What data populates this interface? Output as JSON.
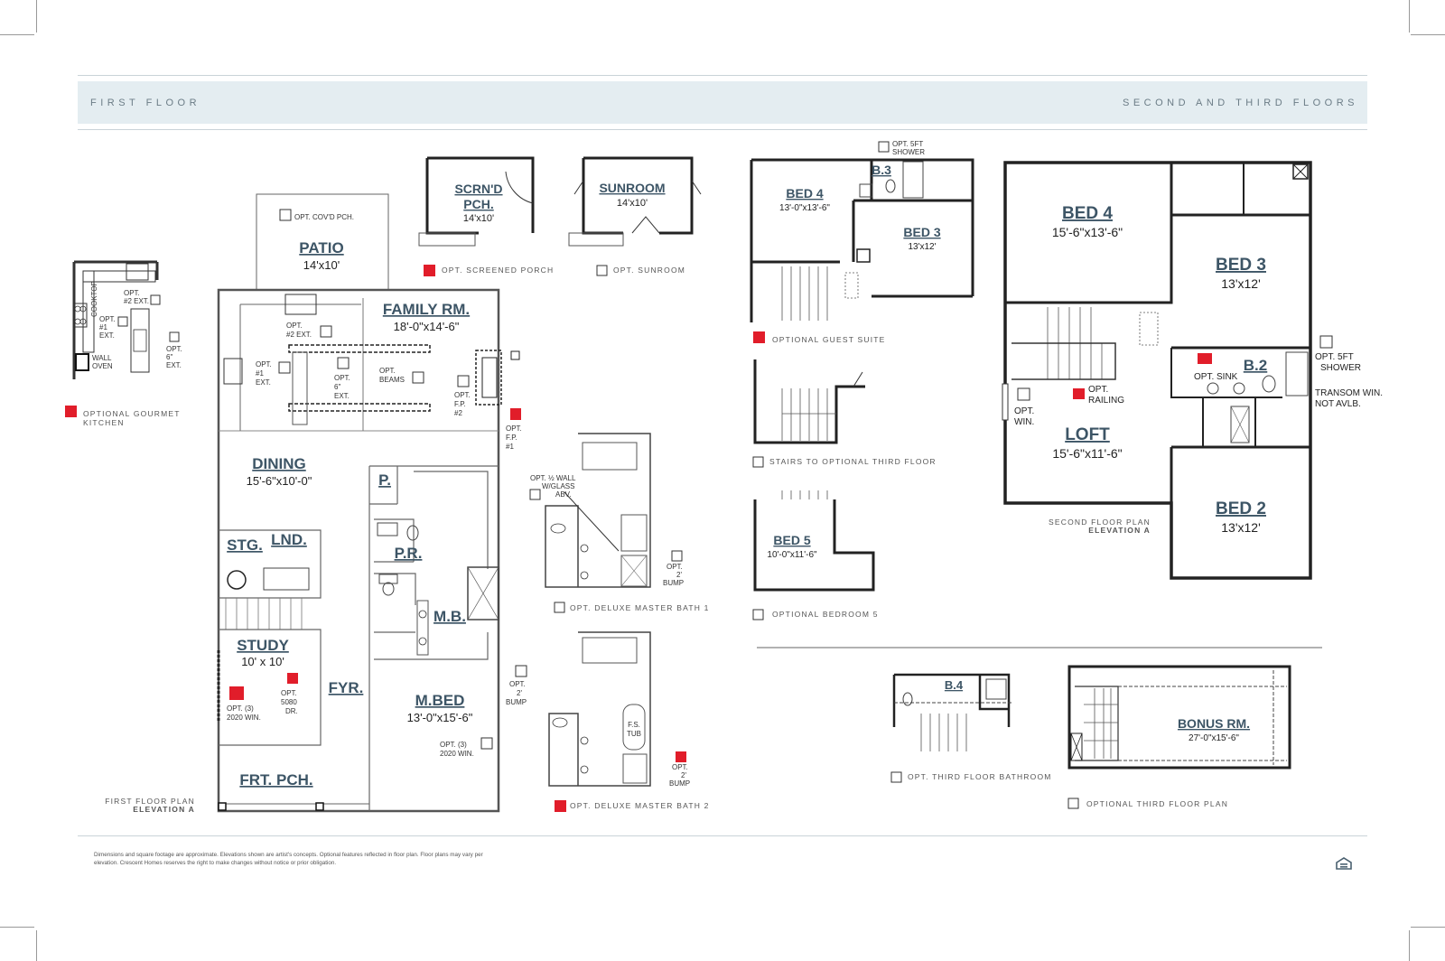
{
  "header": {
    "left": "FIRST FLOOR",
    "right": "SECOND AND THIRD FLOORS"
  },
  "first_floor": {
    "patio": {
      "name": "PATIO",
      "dim": "14'x10'"
    },
    "opt_covd_pch": "OPT. COV'D PCH.",
    "family": {
      "name": "FAMILY RM.",
      "dim": "18'-0\"x14'-6\""
    },
    "dining": {
      "name": "DINING",
      "dim": "15'-6\"x10'-0\""
    },
    "p": "P.",
    "stg": "STG.",
    "lnd": "LND.",
    "pr": "P.R.",
    "mb": "M.B.",
    "study": {
      "name": "STUDY",
      "dim": "10' x 10'"
    },
    "fyr": "FYR.",
    "mbed": {
      "name": "M.BED",
      "dim": "13'-0\"x15'-6\""
    },
    "frt_pch": "FRT. PCH.",
    "opt_2_ext_a": "OPT.",
    "opt_2_ext_b": "#2 EXT.",
    "opt_1_ext_a": "OPT.",
    "opt_1_ext_b": "#1",
    "opt_1_ext_c": "EXT.",
    "opt_6_ext_a": "OPT.",
    "opt_6_ext_b": "6\"",
    "opt_6_ext_c": "EXT.",
    "opt_beams_a": "OPT.",
    "opt_beams_b": "BEAMS",
    "opt_fp2_a": "OPT.",
    "opt_fp2_b": "F.P.",
    "opt_fp2_c": "#2",
    "opt_fp1_a": "OPT.",
    "opt_fp1_b": "F.P.",
    "opt_fp1_c": "#1",
    "opt_2020_a": "OPT. (3)",
    "opt_2020_b": "2020 WIN.",
    "opt_5080_a": "OPT.",
    "opt_5080_b": "5080",
    "opt_5080_c": "DR.",
    "opt_bump_a": "OPT.",
    "opt_bump_b": "2'",
    "opt_bump_c": "BUMP",
    "opt_2020_mbed_a": "OPT. (3)",
    "opt_2020_mbed_b": "2020 WIN.",
    "plan_label_a": "FIRST FLOOR PLAN",
    "plan_label_b": "ELEVATION A"
  },
  "kitchen_option": {
    "cooktop": "COOKTOP",
    "opt_2_ext_a": "OPT.",
    "opt_2_ext_b": "#2 EXT.",
    "opt_1_ext_a": "OPT.",
    "opt_1_ext_b": "#1",
    "opt_1_ext_c": "EXT.",
    "opt_6_ext_a": "OPT.",
    "opt_6_ext_b": "6\"",
    "opt_6_ext_c": "EXT.",
    "wall_oven_a": "WALL",
    "wall_oven_b": "OVEN",
    "caption_a": "OPTIONAL GOURMET",
    "caption_b": "KITCHEN"
  },
  "screened_porch": {
    "name_a": "SCRN'D",
    "name_b": "PCH.",
    "dim": "14'x10'",
    "caption": "OPT. SCREENED PORCH"
  },
  "sunroom": {
    "name": "SUNROOM",
    "dim": "14'x10'",
    "caption": "OPT. SUNROOM"
  },
  "master_bath_1": {
    "wall_a": "OPT. ½ WALL",
    "wall_b": "W/GLASS",
    "wall_c": "ABV.",
    "bump_a": "OPT.",
    "bump_b": "2'",
    "bump_c": "BUMP",
    "caption": "OPT. DELUXE MASTER BATH 1"
  },
  "master_bath_2": {
    "tub_a": "F.S.",
    "tub_b": "TUB",
    "bump_a": "OPT.",
    "bump_b": "2'",
    "bump_c": "BUMP",
    "caption": "OPT. DELUXE MASTER BATH 2"
  },
  "guest_suite": {
    "shower_a": "OPT. 5FT",
    "shower_b": "SHOWER",
    "bed4": {
      "name": "BED 4",
      "dim": "13'-0\"x13'-6\""
    },
    "b3": "B.3",
    "bed3": {
      "name": "BED 3",
      "dim": "13'x12'"
    },
    "caption": "OPTIONAL GUEST SUITE"
  },
  "stairs_third": {
    "caption": "STAIRS TO OPTIONAL THIRD FLOOR"
  },
  "bedroom5": {
    "name": "BED 5",
    "dim": "10'-0\"x11'-6\"",
    "caption": "OPTIONAL BEDROOM 5"
  },
  "second_floor": {
    "bed4": {
      "name": "BED 4",
      "dim": "15'-6\"x13'-6\""
    },
    "bed3": {
      "name": "BED 3",
      "dim": "13'x12'"
    },
    "b2": "B.2",
    "opt_sink": "OPT. SINK",
    "opt_railing_a": "OPT.",
    "opt_railing_b": "RAILING",
    "opt_win_a": "OPT.",
    "opt_win_b": "WIN.",
    "loft": {
      "name": "LOFT",
      "dim": "15'-6\"x11'-6\""
    },
    "bed2": {
      "name": "BED 2",
      "dim": "13'x12'"
    },
    "opt_shower_a": "OPT. 5FT",
    "opt_shower_b": "SHOWER",
    "transom_a": "TRANSOM WIN.",
    "transom_b": "NOT AVLB.",
    "plan_label_a": "SECOND FLOOR PLAN",
    "plan_label_b": "ELEVATION A"
  },
  "third_bath": {
    "name": "B.4",
    "caption": "OPT. THIRD FLOOR BATHROOM"
  },
  "third_floor": {
    "bonus": {
      "name": "BONUS RM.",
      "dim": "27'-0\"x15'-6\""
    },
    "caption": "OPTIONAL THIRD FLOOR PLAN"
  },
  "footer": {
    "disclaimer": "Dimensions and square footage are approximate. Elevations shown are artist's concepts. Optional features reflected in floor plan. Floor plans may vary per elevation. Crescent Homes reserves the right to make changes without notice or prior obligation."
  },
  "colors": {
    "accent_red": "#e11d2a",
    "header_bg": "#e4edf1",
    "room_label": "#3d5566"
  },
  "icons": [
    "equal-housing-icon"
  ]
}
